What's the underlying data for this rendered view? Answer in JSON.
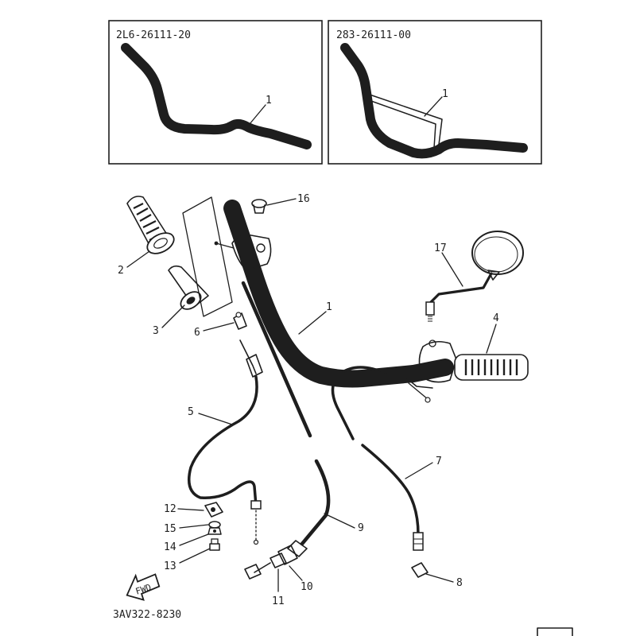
{
  "inset_left": {
    "part_code": "2L6-26111-20",
    "callout": "1"
  },
  "inset_right": {
    "part_code": "283-26111-00",
    "callout": "1"
  },
  "callouts": {
    "n1": "1",
    "n2": "2",
    "n3": "3",
    "n4": "4",
    "n5": "5",
    "n6": "6",
    "n7": "7",
    "n8": "8",
    "n9": "9",
    "n10": "10",
    "n11": "11",
    "n12": "12",
    "n13": "13",
    "n14": "14",
    "n15": "15",
    "n16": "16",
    "n17": "17"
  },
  "fwd_label": "FWD",
  "diagram_code": "3AV322-8230"
}
